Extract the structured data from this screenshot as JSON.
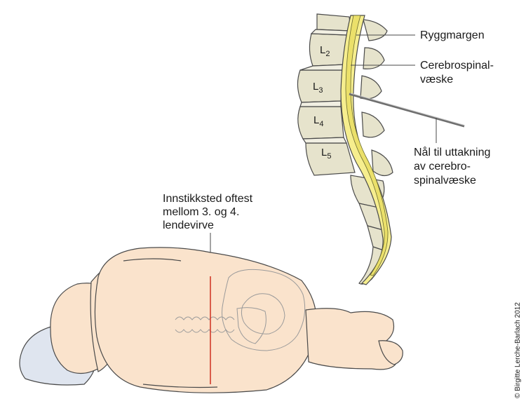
{
  "labels": {
    "spinal_cord": "Ryggmargen",
    "csf_line1": "Cerebrospinal-",
    "csf_line2": "væske",
    "needle_line1": "Nål til uttakning",
    "needle_line2": "av cerebro-",
    "needle_line3": "spinalvæske",
    "site_line1": "Innstikksted oftest",
    "site_line2": "mellom 3. og 4.",
    "site_line3": "lendevirve"
  },
  "vertebrae": [
    {
      "letter": "L",
      "number": "2"
    },
    {
      "letter": "L",
      "number": "3"
    },
    {
      "letter": "L",
      "number": "4"
    },
    {
      "letter": "L",
      "number": "5"
    }
  ],
  "copyright": "© Birgitte Lerche-Barlach 2012",
  "colors": {
    "bone": "#e6e3cc",
    "bone_outline": "#4a4a4a",
    "csf": "#f6ee8e",
    "cord": "#ebe06a",
    "skin": "#fae3cc",
    "pillow": "#dfe5ef",
    "needle": "#8c8c8c",
    "insertion_line": "#d23a2a"
  }
}
